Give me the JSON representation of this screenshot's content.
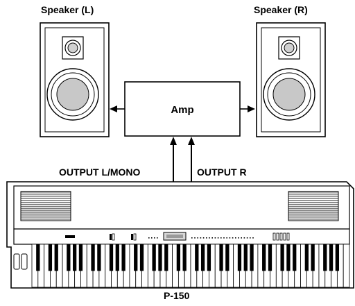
{
  "labels": {
    "speaker_left": "Speaker (L)",
    "speaker_right": "Speaker (R)",
    "amp": "Amp",
    "output_left": "OUTPUT L/MONO",
    "output_right": "OUTPUT R",
    "model": "P-150"
  },
  "colors": {
    "line": "#000000",
    "panel_gray": "#c8c8c8",
    "grille_gray": "#9a9a9a",
    "display_gray": "#b0b0b0",
    "background": "#ffffff"
  }
}
